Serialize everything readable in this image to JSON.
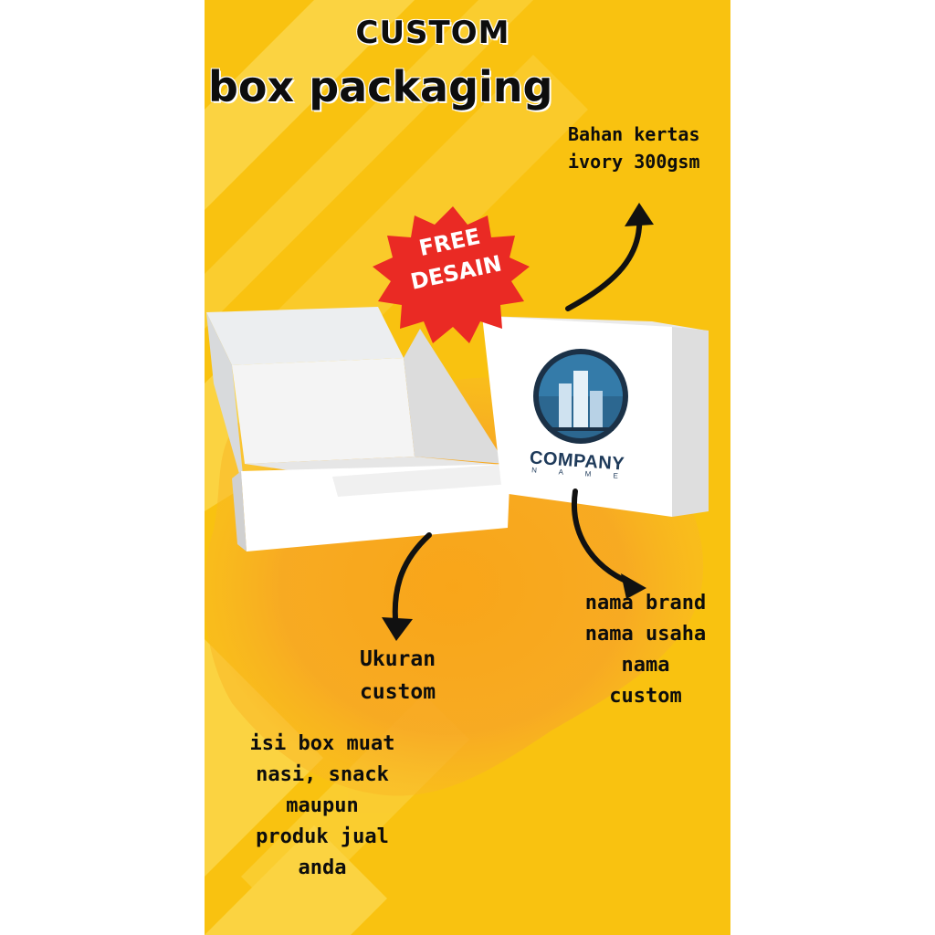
{
  "title": {
    "line1": "CUSTOM",
    "line2": "box packaging"
  },
  "badge": {
    "line1": "FREE",
    "line2": "DESAIN"
  },
  "logo": {
    "company": "COMPANY",
    "sub": "N A M E"
  },
  "labels": {
    "bahan": [
      "Bahan kertas",
      "ivory 300gsm"
    ],
    "ukuran": [
      "Ukuran",
      "custom"
    ],
    "nama": [
      "nama brand",
      "nama usaha",
      "nama",
      "custom"
    ],
    "isi": [
      "isi box muat",
      "nasi, snack",
      "maupun",
      "produk jual",
      "anda"
    ]
  },
  "colors": {
    "background": "#f9c210",
    "splash": "#f7a41c",
    "badge": "#ea2a24",
    "text": "#0d0d0d"
  },
  "icons": [
    "arrow-icon",
    "building-logo-icon",
    "starburst-badge-icon"
  ]
}
